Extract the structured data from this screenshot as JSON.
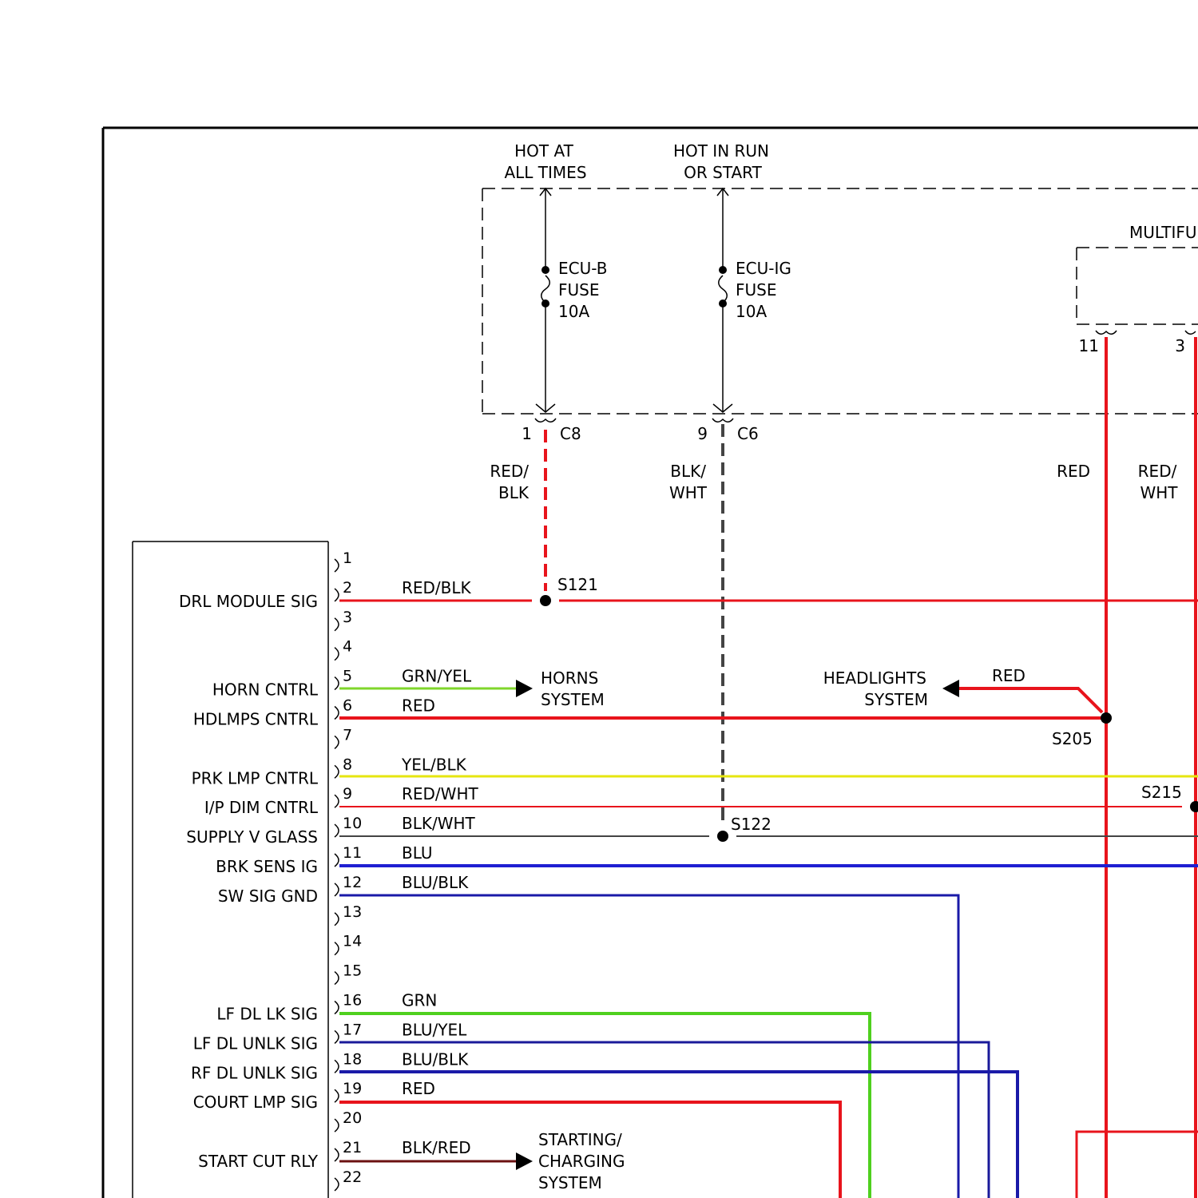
{
  "colors": {
    "red": "#e8141c",
    "red_blk": "#e8141c",
    "grn_yel": "#7fd62b",
    "yel_blk": "#e6e60f",
    "red_wht": "#e8141c",
    "blk_wht": "#444444",
    "blu": "#1f1fd2",
    "blu_blk": "#1a1aa8",
    "grn": "#4fd01e",
    "blu_yel": "#1a1a9a",
    "blk_red": "#6b1212"
  },
  "power": {
    "hot_always": [
      "HOT AT",
      "ALL TIMES"
    ],
    "hot_run": [
      "HOT IN RUN",
      "OR START"
    ],
    "fuse_ecu_b": [
      "ECU-B",
      "FUSE",
      "10A"
    ],
    "fuse_ecu_ig": [
      "ECU-IG",
      "FUSE",
      "10A"
    ],
    "conn_c8_pin": "1",
    "conn_c8": "C8",
    "conn_c6_pin": "9",
    "conn_c6": "C6",
    "wire_c8": [
      "RED/",
      "BLK"
    ],
    "wire_c6": [
      "BLK/",
      "WHT"
    ]
  },
  "multifunction": {
    "label": "MULTIFU",
    "pin_a": "11",
    "pin_b": "3",
    "wire_a": "RED",
    "wire_b": [
      "RED/",
      "WHT"
    ]
  },
  "splices": {
    "s121": "S121",
    "s205": "S205",
    "s215": "S215",
    "s122": "S122"
  },
  "destinations": {
    "horns": [
      "HORNS",
      "SYSTEM"
    ],
    "headlights": [
      "HEADLIGHTS",
      "SYSTEM"
    ],
    "headlights_wire": "RED",
    "starting": [
      "STARTING/",
      "CHARGING",
      "SYSTEM"
    ]
  },
  "module_pins": [
    {
      "pin": "1",
      "func": "",
      "wire": ""
    },
    {
      "pin": "2",
      "func": "DRL MODULE SIG",
      "wire": "RED/BLK"
    },
    {
      "pin": "3",
      "func": "",
      "wire": ""
    },
    {
      "pin": "4",
      "func": "",
      "wire": ""
    },
    {
      "pin": "5",
      "func": "HORN CNTRL",
      "wire": "GRN/YEL"
    },
    {
      "pin": "6",
      "func": "HDLMPS CNTRL",
      "wire": "RED"
    },
    {
      "pin": "7",
      "func": "",
      "wire": ""
    },
    {
      "pin": "8",
      "func": "PRK LMP CNTRL",
      "wire": "YEL/BLK"
    },
    {
      "pin": "9",
      "func": "I/P DIM CNTRL",
      "wire": "RED/WHT"
    },
    {
      "pin": "10",
      "func": "SUPPLY V GLASS",
      "wire": "BLK/WHT"
    },
    {
      "pin": "11",
      "func": "BRK SENS IG",
      "wire": "BLU"
    },
    {
      "pin": "12",
      "func": "SW SIG GND",
      "wire": "BLU/BLK"
    },
    {
      "pin": "13",
      "func": "",
      "wire": ""
    },
    {
      "pin": "14",
      "func": "",
      "wire": ""
    },
    {
      "pin": "15",
      "func": "",
      "wire": ""
    },
    {
      "pin": "16",
      "func": "LF DL LK SIG",
      "wire": "GRN"
    },
    {
      "pin": "17",
      "func": "LF DL UNLK SIG",
      "wire": "BLU/YEL"
    },
    {
      "pin": "18",
      "func": "RF DL UNLK SIG",
      "wire": "BLU/BLK"
    },
    {
      "pin": "19",
      "func": "COURT LMP SIG",
      "wire": "RED"
    },
    {
      "pin": "20",
      "func": "",
      "wire": ""
    },
    {
      "pin": "21",
      "func": "START CUT RLY",
      "wire": "BLK/RED"
    },
    {
      "pin": "22",
      "func": "",
      "wire": ""
    }
  ]
}
